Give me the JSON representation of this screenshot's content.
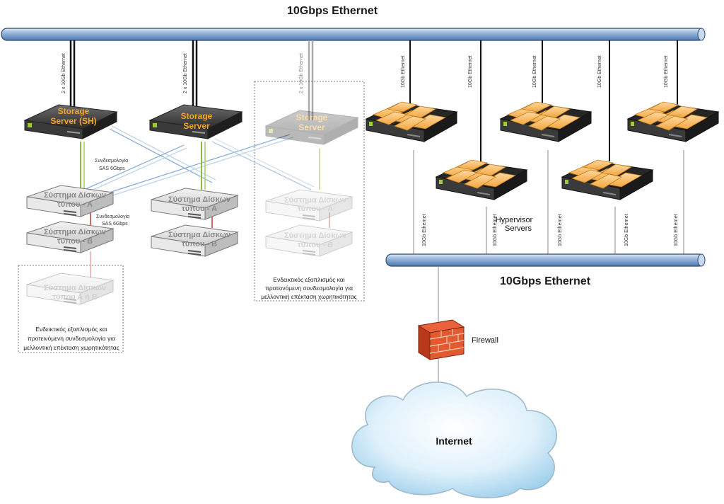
{
  "bus_top": {
    "label": "10Gbps Ethernet"
  },
  "bus_bottom": {
    "label": "10Gbps Ethernet"
  },
  "storage_servers": [
    {
      "label_line1": "Storage",
      "label_line2": "Server (SH)",
      "uplink": "2 x 10Gb Ethernet"
    },
    {
      "label_line1": "Storage",
      "label_line2": "Server",
      "uplink": "2 x 10Gb Ethernet"
    },
    {
      "label_line1": "Storage",
      "label_line2": "Server",
      "uplink": "2 x 10Gb Ethernet"
    }
  ],
  "sas_link": {
    "line1": "Συνδεσμολογία",
    "line2": "SAS 6Gbps"
  },
  "disk_systems": {
    "type_a_line1": "Σύστημα Δίσκων",
    "type_a_line2": "τύπου - A",
    "type_b_line1": "Σύστημα Δίσκων",
    "type_b_line2": "τύπου - B",
    "type_ab_line1": "Σύστημα Δίσκων",
    "type_ab_line2": "τύπου Α ή Β"
  },
  "future_note": {
    "line1": "Ενδεικτικός εξοπλισμός και",
    "line2": "προτεινόμενη συνδεσμολογία για",
    "line3": "μελλοντική επέκταση χωρητικότητας"
  },
  "hypervisor": {
    "label_line1": "Hypervisor",
    "label_line2": "Servers",
    "uplink": "10Gb Ethernet",
    "downlink": "10Gb Ethernet"
  },
  "firewall": {
    "label": "Firewall"
  },
  "internet": {
    "label": "Internet"
  }
}
